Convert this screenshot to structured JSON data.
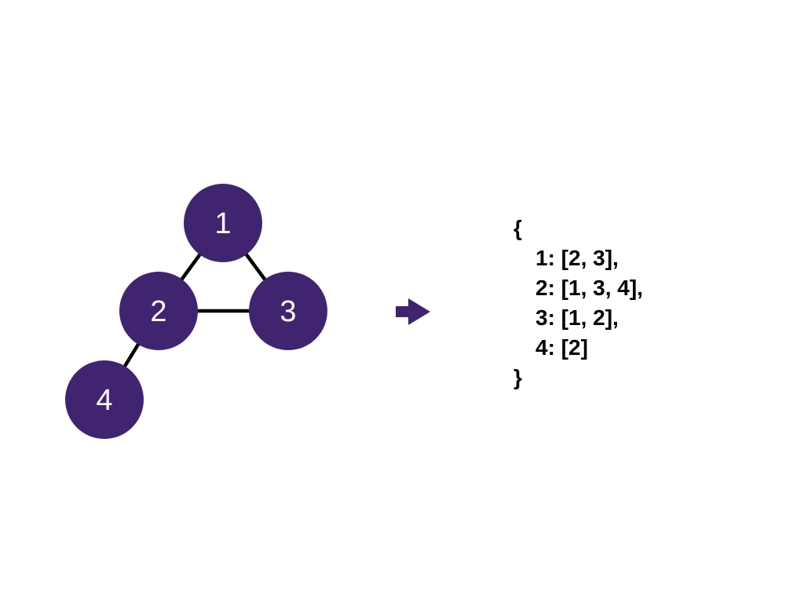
{
  "colors": {
    "node_fill": "#41246f",
    "node_text": "#ffffff",
    "edge": "#000000",
    "arrow": "#41246f",
    "background": "#ffffff"
  },
  "graph": {
    "nodes": [
      {
        "id": "1",
        "label": "1"
      },
      {
        "id": "2",
        "label": "2"
      },
      {
        "id": "3",
        "label": "3"
      },
      {
        "id": "4",
        "label": "4"
      }
    ],
    "edges": [
      {
        "from": "1",
        "to": "2"
      },
      {
        "from": "1",
        "to": "3"
      },
      {
        "from": "2",
        "to": "3"
      },
      {
        "from": "2",
        "to": "4"
      }
    ]
  },
  "arrow": {
    "icon": "right-arrow-icon"
  },
  "adjacency_list": {
    "open_brace": "{",
    "entries": [
      {
        "text": "1: [2, 3],"
      },
      {
        "text": "2: [1, 3, 4],"
      },
      {
        "text": "3: [1, 2],"
      },
      {
        "text": "4: [2]"
      }
    ],
    "close_brace": "}"
  }
}
